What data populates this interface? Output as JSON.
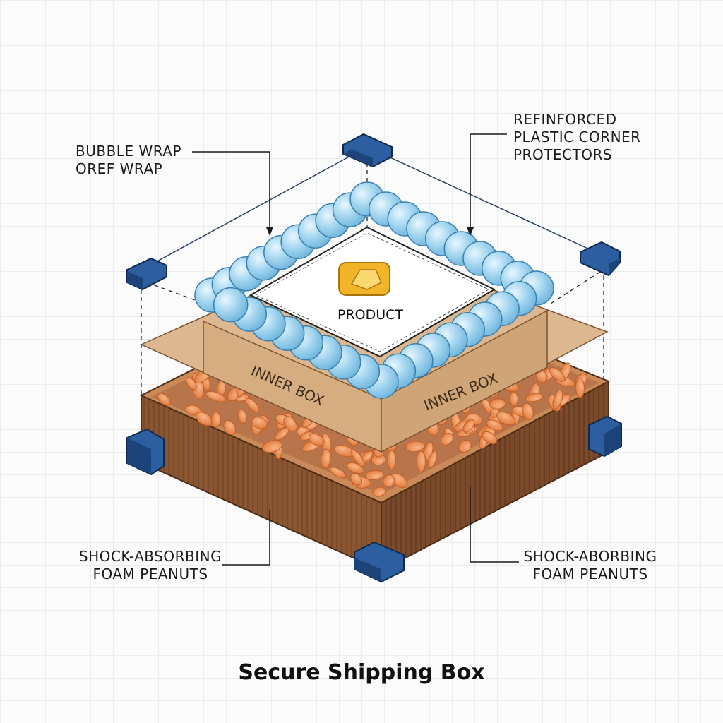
{
  "diagram": {
    "title": "Secure Shipping Box",
    "labels": {
      "bubble_wrap": [
        "BUBBLE WRAP",
        "OREF WRAP"
      ],
      "corner_protectors": [
        "REFINFORCED",
        "PLASTIC CORNER",
        "PROTECTORS"
      ],
      "peanuts_left": [
        "SHOCK-ABSORBING",
        "FOAM PEANUTS"
      ],
      "peanuts_right": [
        "SHOCK-ABORBING",
        "FOAM PEANUTS"
      ]
    },
    "inner_box_left": "INNER BOX",
    "inner_box_right": "INNER BOX",
    "product": "PRODUCT",
    "colors": {
      "outer_box": "#8a5632",
      "inner_box": "#d9b48a",
      "peanuts": "#ec8a4e",
      "bubbles": "#9fd3ee",
      "corners": "#1f4d8a",
      "product_icon": "#f2b428"
    }
  }
}
